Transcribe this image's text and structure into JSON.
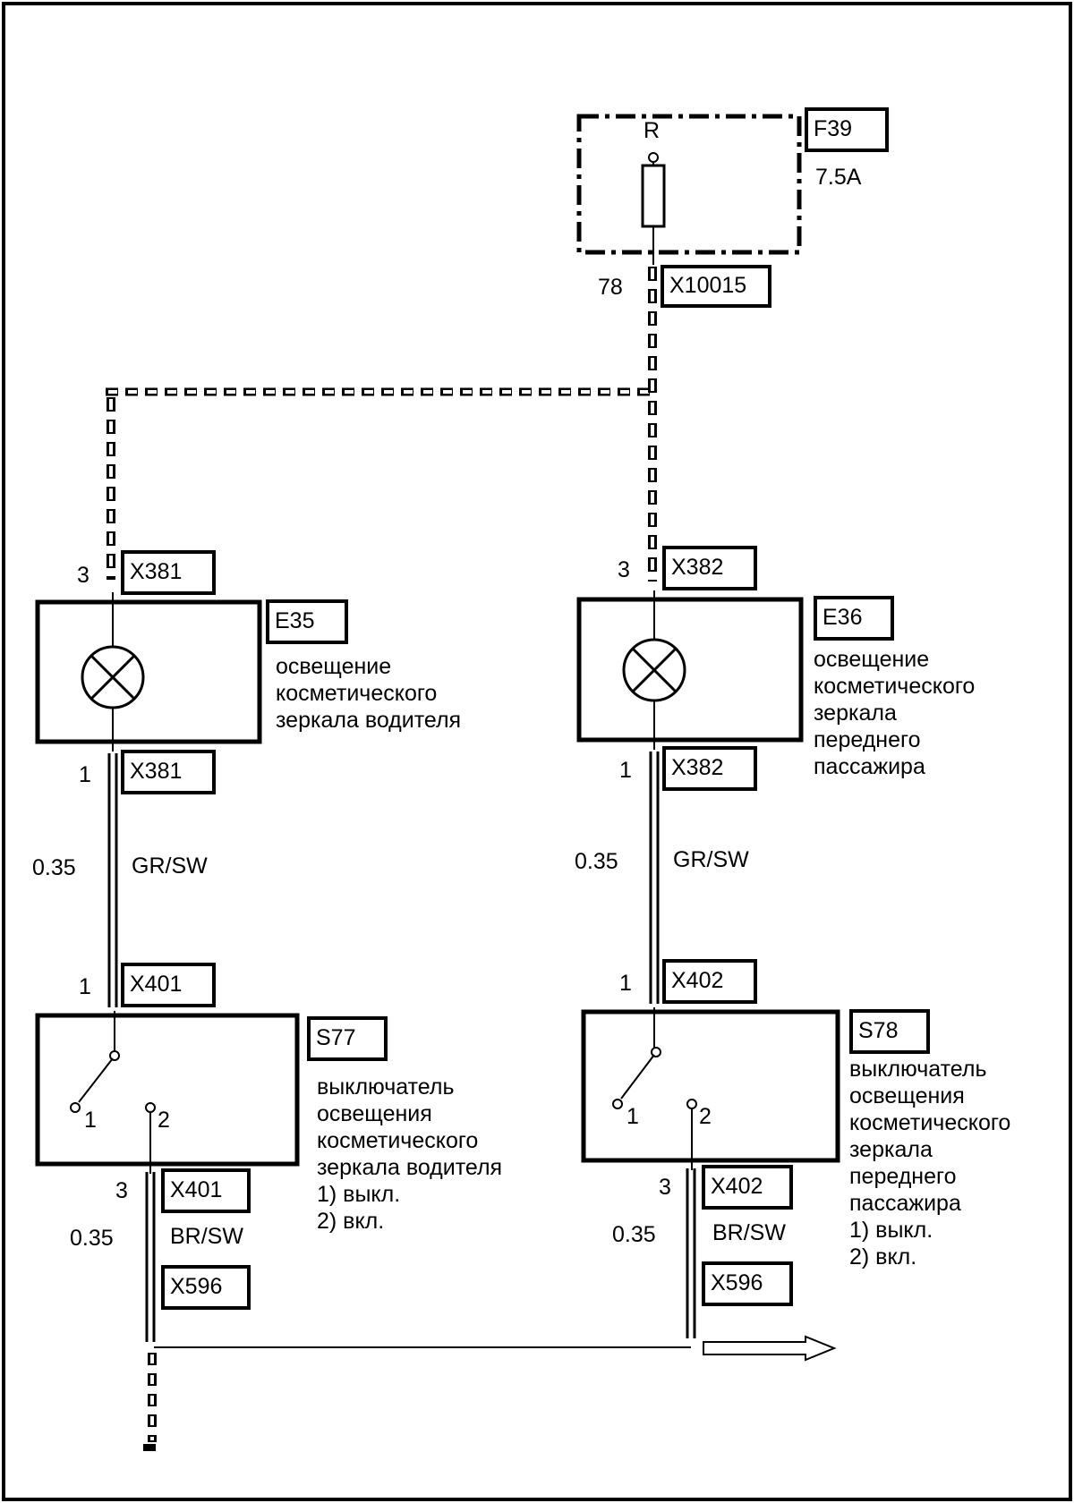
{
  "fuse": {
    "letter": "R",
    "id": "F39",
    "rating": "7.5A"
  },
  "connector_top": {
    "pin": "78",
    "id": "X10015"
  },
  "left": {
    "lamp_top": {
      "pin": "3",
      "id": "X381"
    },
    "lamp": {
      "id": "E35",
      "desc": [
        "освещение",
        "косметического",
        "зеркала водителя"
      ]
    },
    "lamp_bottom": {
      "pin": "1",
      "id": "X381"
    },
    "wire1": {
      "gauge": "0.35",
      "color": "GR/SW"
    },
    "switch_top": {
      "pin": "1",
      "id": "X401"
    },
    "switch": {
      "id": "S77",
      "pos1": "1",
      "pos2": "2",
      "desc": [
        "выключатель",
        "освещения",
        "косметического",
        "зеркала водителя",
        "1) выкл.",
        "2) вкл."
      ]
    },
    "switch_bottom": {
      "pin": "3",
      "id": "X401"
    },
    "wire2": {
      "gauge": "0.35",
      "color": "BR/SW"
    },
    "ground": {
      "id": "X596"
    }
  },
  "right": {
    "lamp_top": {
      "pin": "3",
      "id": "X382"
    },
    "lamp": {
      "id": "E36",
      "desc": [
        "освещение",
        "косметического",
        "зеркала",
        "переднего",
        "пассажира"
      ]
    },
    "lamp_bottom": {
      "pin": "1",
      "id": "X382"
    },
    "wire1": {
      "gauge": "0.35",
      "color": "GR/SW"
    },
    "switch_top": {
      "pin": "1",
      "id": "X402"
    },
    "switch": {
      "id": "S78",
      "pos1": "1",
      "pos2": "2",
      "desc": [
        "выключатель",
        "освещения",
        "косметического",
        "зеркала",
        "переднего",
        "пассажира",
        "1) выкл.",
        "2) вкл."
      ]
    },
    "switch_bottom": {
      "pin": "3",
      "id": "X402"
    },
    "wire2": {
      "gauge": "0.35",
      "color": "BR/SW"
    },
    "ground": {
      "id": "X596"
    }
  }
}
